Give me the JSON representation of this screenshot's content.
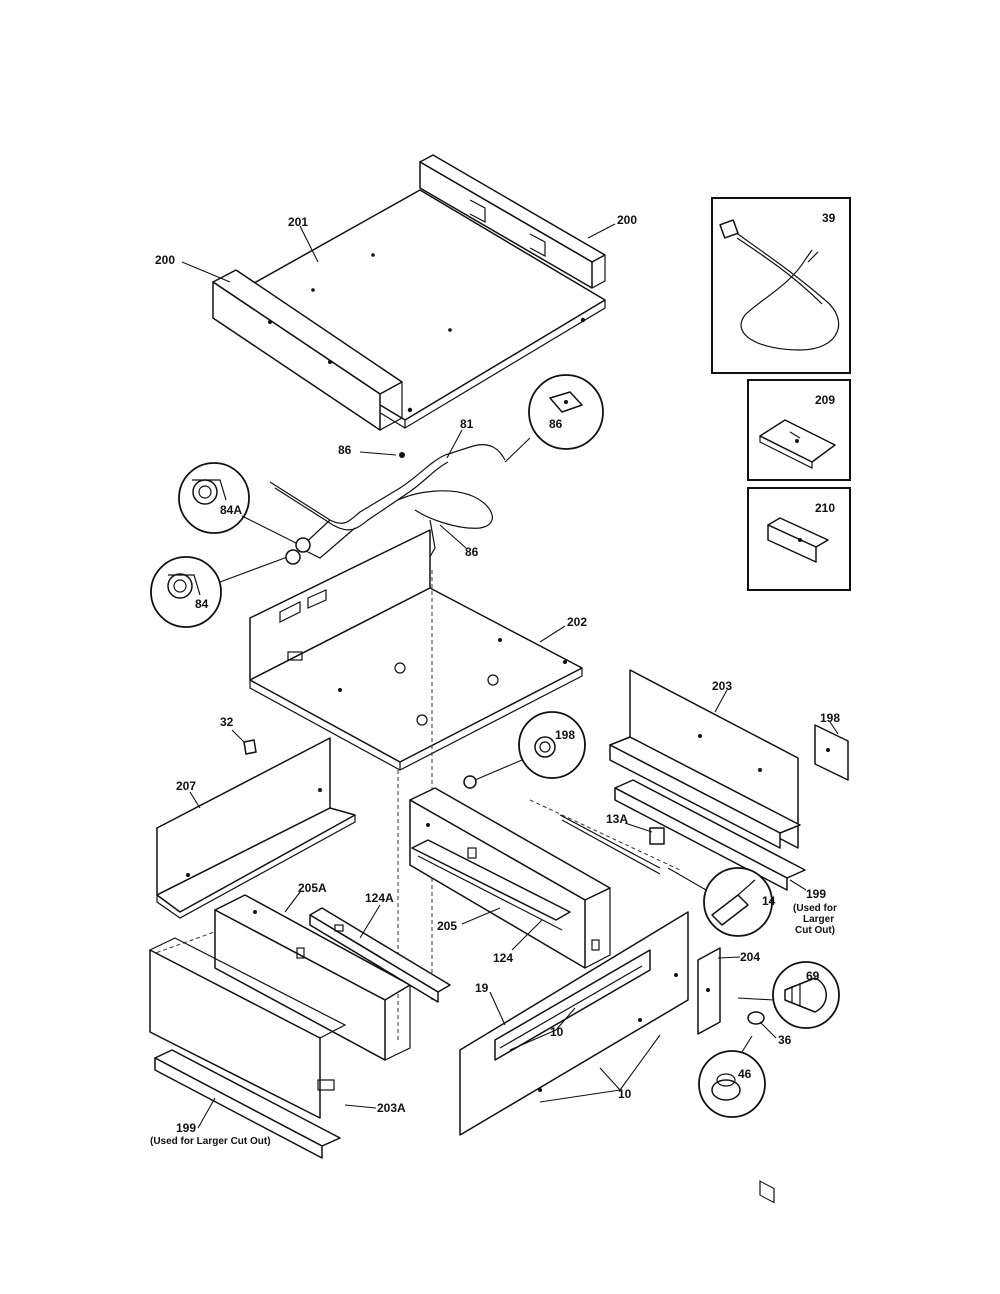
{
  "callouts": {
    "p200_left": "200",
    "p201": "201",
    "p200_right": "200",
    "p39": "39",
    "p209": "209",
    "p210": "210",
    "p86_left": "86",
    "p81": "81",
    "p86_bubble": "86",
    "p86_lower": "86",
    "p84a": "84A",
    "p84": "84",
    "p202": "202",
    "p32": "32",
    "p207": "207",
    "p198_center": "198",
    "p203": "203",
    "p198_right": "198",
    "p13a": "13A",
    "p14": "14",
    "p199_right": "199",
    "p205a": "205A",
    "p124a": "124A",
    "p205": "205",
    "p124": "124",
    "p19": "19",
    "p204": "204",
    "p69": "69",
    "p10_upper": "10",
    "p36": "36",
    "p46": "46",
    "p10_lower": "10",
    "p203a": "203A",
    "p199_left": "199"
  },
  "notes": {
    "right_line1": "(Used for",
    "right_line2": "Larger",
    "right_line3": "Cut Out)",
    "left": "(Used for Larger Cut Out)"
  }
}
